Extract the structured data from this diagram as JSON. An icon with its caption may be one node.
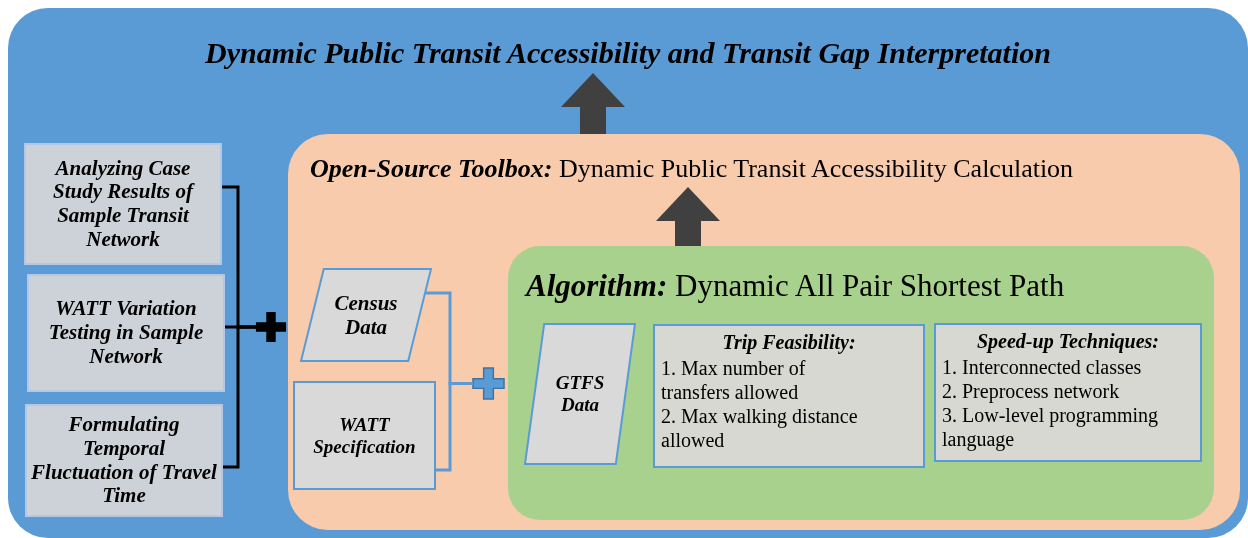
{
  "diagram": {
    "nodes": [
      {
        "text": [
          "Dynamic Public Transit Accessibility and Transit Gap Interpretation"
        ]
      },
      {
        "text": [
          "Analyzing Case Study Results of Sample Transit Network"
        ],
        "in": 0
      },
      {
        "text": [
          "WATT Variation Testing in Sample Network"
        ],
        "in": 0
      },
      {
        "text": [
          "Formulating Temporal Fluctuation of Travel Time"
        ],
        "in": 0
      },
      {
        "text": [
          "**Open-Source Toolbox:** Dynamic Public Transit Accessibility Calculation"
        ],
        "in": 0
      },
      {
        "text": [
          "Census Data"
        ],
        "in": 4
      },
      {
        "text": [
          "WATT Specification"
        ],
        "in": 4
      },
      {
        "text": [
          "**Algorithm:** Dynamic All Pair Shortest Path"
        ],
        "in": 4
      },
      {
        "text": [
          "GTFS Data"
        ],
        "in": 7
      },
      {
        "text": [
          "Trip Feasibility:",
          "1. Max number of transfers allowed",
          "2. Max walking distance allowed"
        ],
        "in": 7
      },
      {
        "text": [
          "Speed-up Techniques:",
          "1. Interconnected classes",
          "2. Preprocess network",
          "3. Low-level programming language"
        ],
        "in": 7
      },
      {
        "text": [],
        "shape": "plus",
        "in": 0
      },
      {
        "text": [],
        "shape": "plus",
        "in": 4
      }
    ],
    "edges": [
      {
        "from": 4,
        "to": 0,
        "arrow": "to",
        "style": "thick",
        "color": "#404040"
      },
      {
        "from": 7,
        "to": 4,
        "arrow": "to",
        "style": "thick",
        "color": "#404040"
      },
      {
        "from": 1,
        "to": 11,
        "arrow": "none"
      },
      {
        "from": 2,
        "to": 11,
        "arrow": "none"
      },
      {
        "from": 3,
        "to": 11,
        "arrow": "none"
      },
      {
        "from": 5,
        "to": 12,
        "arrow": "none",
        "color": "#5b9bd5"
      },
      {
        "from": 6,
        "to": 12,
        "arrow": "none",
        "color": "#5b9bd5"
      }
    ]
  }
}
